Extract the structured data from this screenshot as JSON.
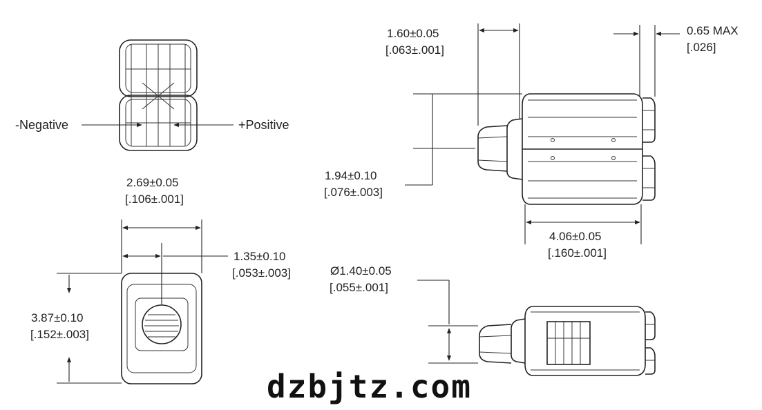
{
  "labels": {
    "negative": "-Negative",
    "positive": "+Positive"
  },
  "dimensions": {
    "width": {
      "metric": "2.69±0.05",
      "imperial": "[.106±.001]"
    },
    "offset": {
      "metric": "1.35±0.10",
      "imperial": "[.053±.003]"
    },
    "height_front": {
      "metric": "3.87±0.10",
      "imperial": "[.152±.003]"
    },
    "tip_length": {
      "metric": "1.60±0.05",
      "imperial": "[.063±.001]"
    },
    "rear_max": {
      "metric": "0.65 MAX",
      "imperial": "[.026]"
    },
    "side_height": {
      "metric": "1.94±0.10",
      "imperial": "[.076±.003]"
    },
    "body_length": {
      "metric": "4.06±0.05",
      "imperial": "[.160±.001]"
    },
    "diameter": {
      "metric": "Ø1.40±0.05",
      "imperial": "[.055±.001]"
    }
  },
  "watermark": "dzbjtz.com"
}
